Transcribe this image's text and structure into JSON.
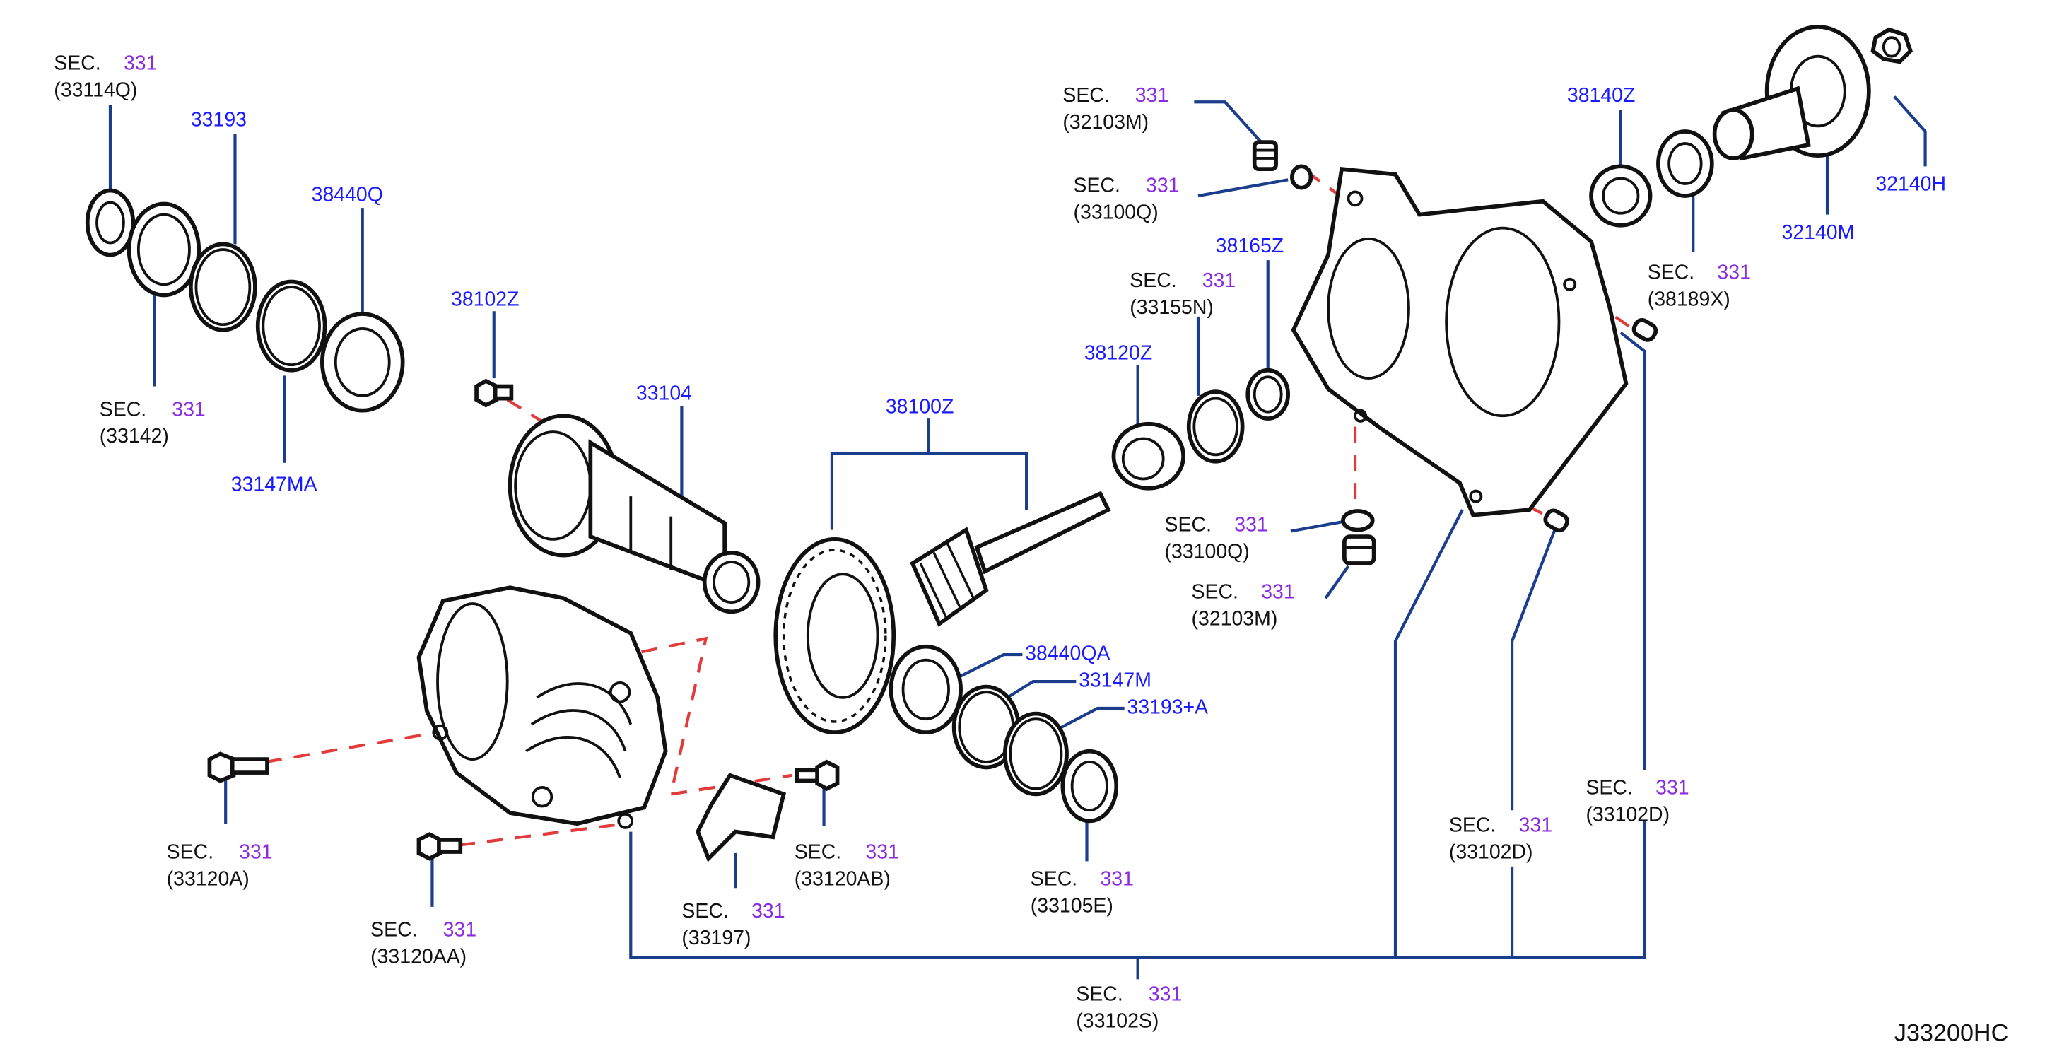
{
  "diagram_code": "J33200HC",
  "colors": {
    "part_number": "#1a1aff",
    "section_number": "#8a2be2",
    "text": "#111111",
    "leader": "#1b3d8c",
    "dashed": "#e23b3b"
  },
  "callouts": {
    "c33114q": {
      "sec": "SEC.",
      "num": "331",
      "code": "(33114Q)"
    },
    "p33193": "33193",
    "p38440q": "38440Q",
    "c33142": {
      "sec": "SEC.",
      "num": "331",
      "code": "(33142)"
    },
    "p33147ma": "33147MA",
    "p38102z": "38102Z",
    "p33104": "33104",
    "p38100z": "38100Z",
    "p38120z": "38120Z",
    "c33155n": {
      "sec": "SEC.",
      "num": "331",
      "code": "(33155N)"
    },
    "p38165z": "38165Z",
    "c32103m_top": {
      "sec": "SEC.",
      "num": "331",
      "code": "(32103M)"
    },
    "c33100q_top": {
      "sec": "SEC.",
      "num": "331",
      "code": "(33100Q)"
    },
    "p38140z": "38140Z",
    "c38189x": {
      "sec": "SEC.",
      "num": "331",
      "code": "(38189X)"
    },
    "p32140m": "32140M",
    "p32140h": "32140H",
    "c33100q_mid": {
      "sec": "SEC.",
      "num": "331",
      "code": "(33100Q)"
    },
    "c32103m_mid": {
      "sec": "SEC.",
      "num": "331",
      "code": "(32103M)"
    },
    "p38440qa": "38440QA",
    "p33147m": "33147M",
    "p33193a": "33193+A",
    "c33105e": {
      "sec": "SEC.",
      "num": "331",
      "code": "(33105E)"
    },
    "c33120a": {
      "sec": "SEC.",
      "num": "331",
      "code": "(33120A)"
    },
    "c33120ab": {
      "sec": "SEC.",
      "num": "331",
      "code": "(33120AB)"
    },
    "c33197": {
      "sec": "SEC.",
      "num": "331",
      "code": "(33197)"
    },
    "c33120aa": {
      "sec": "SEC.",
      "num": "331",
      "code": "(33120AA)"
    },
    "c33102d_right": {
      "sec": "SEC.",
      "num": "331",
      "code": "(33102D)"
    },
    "c33102d_left": {
      "sec": "SEC.",
      "num": "331",
      "code": "(33102D)"
    },
    "c33102s": {
      "sec": "SEC.",
      "num": "331",
      "code": "(33102S)"
    }
  }
}
